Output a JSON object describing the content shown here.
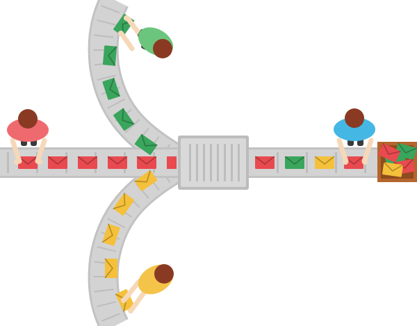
{
  "colors": {
    "belt": "#d3d3d3",
    "belt_edge": "#c2c2c2",
    "belt_slot": "#bdbdbd",
    "hub": "#d9d9d9",
    "hub_edge": "#bcbcbc",
    "envelope_red": "#e84a4f",
    "envelope_green": "#3aa55c",
    "envelope_yellow": "#f5c03a",
    "box": "#b5652d",
    "box_inner": "#8f4c1e",
    "skin": "#f6d8b8",
    "hair": "#8a3a22",
    "shirt_red": "#ef6a6f",
    "shirt_green": "#6cc57d",
    "shirt_yellow": "#f4c34a",
    "shirt_blue": "#45b7e4",
    "pants": "#3a3a3a"
  },
  "scene": {
    "workers": [
      {
        "name": "red-worker",
        "shirt": "shirt_red"
      },
      {
        "name": "green-worker",
        "shirt": "shirt_green"
      },
      {
        "name": "yellow-worker",
        "shirt": "shirt_yellow"
      },
      {
        "name": "blue-worker",
        "shirt": "shirt_blue"
      }
    ],
    "icons": [
      "envelope-icon",
      "sorting-hub-icon",
      "mail-box-icon",
      "conveyor-belt-icon"
    ]
  }
}
